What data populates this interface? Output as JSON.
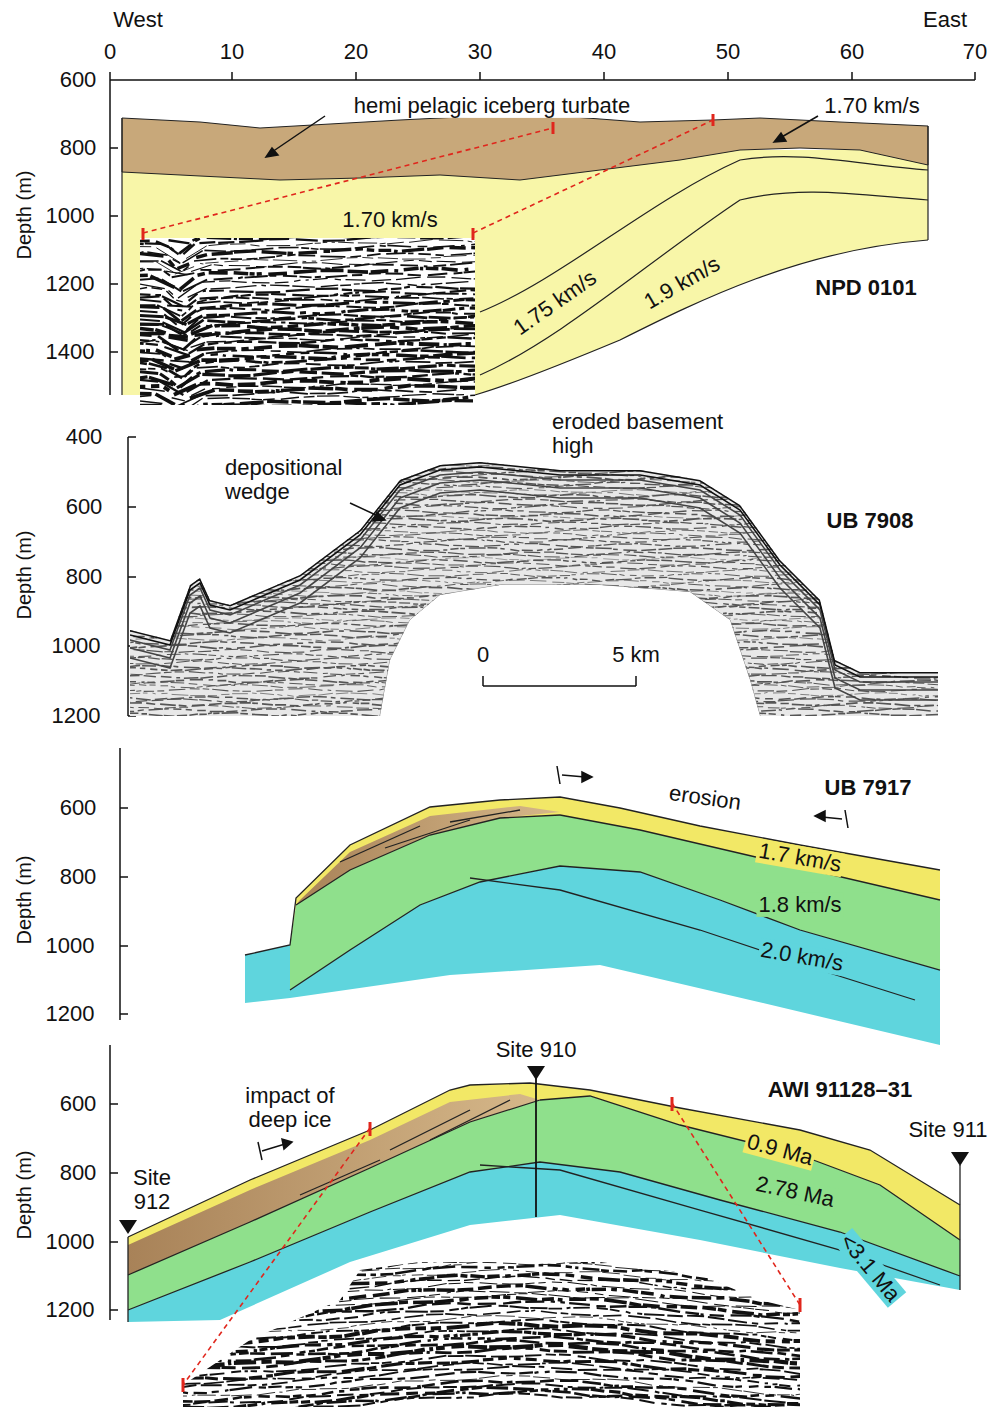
{
  "diagram": {
    "labels": [
      "West",
      "East",
      "0",
      "10",
      "20",
      "30",
      "40",
      "50",
      "60",
      "70",
      "600",
      "800",
      "1000",
      "1200",
      "1400",
      "Depth (m)",
      "hemi pelagic iceberg turbate",
      "1.70 km/s",
      "1.70 km/s",
      "1.75 km/s",
      "1.9 km/s",
      "NPD 0101",
      "400",
      "600",
      "800",
      "1000",
      "1200",
      "Depth (m)",
      "depositional wedge",
      "eroded basement high",
      "UB 7908",
      "0",
      "5 km",
      "600",
      "800",
      "1000",
      "1200",
      "Depth (m)",
      "UB 7917",
      "erosion",
      "1.7 km/s",
      "1.8 km/s",
      "2.0 km/s",
      "600",
      "800",
      "1000",
      "1200",
      "Depth (m)",
      "Site 910",
      "AWI 91128–31",
      "impact of deep ice",
      "Site 912",
      "Site 911",
      "0.9 Ma",
      "2.78 Ma",
      "<3.1 Ma"
    ]
  }
}
